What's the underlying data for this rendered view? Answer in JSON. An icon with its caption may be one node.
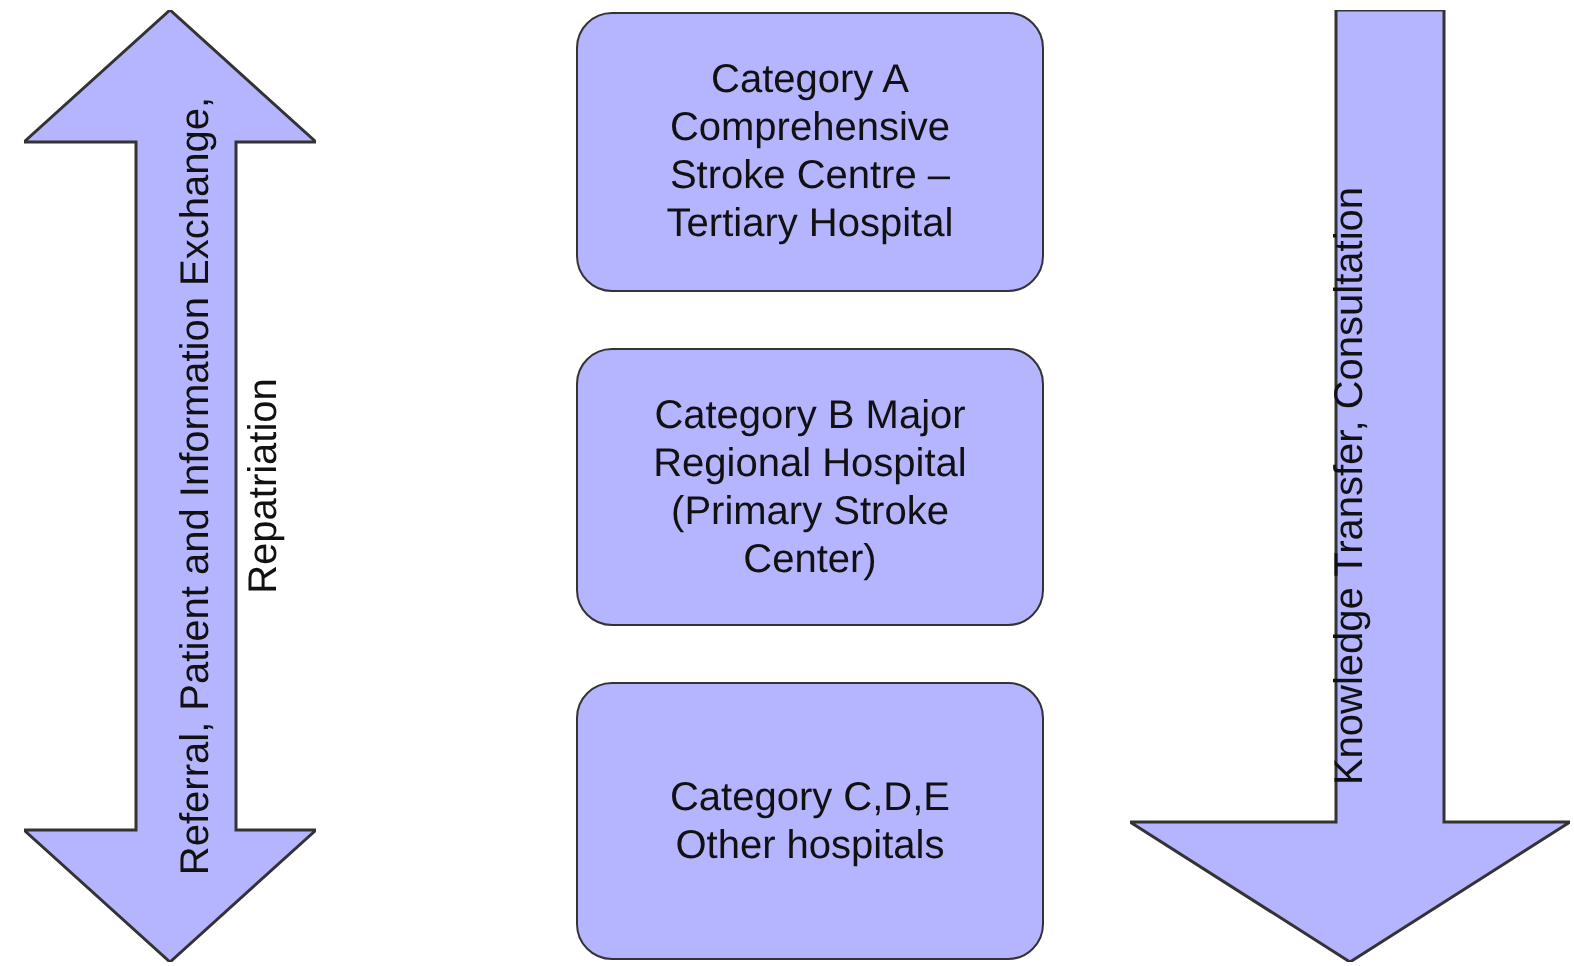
{
  "diagram": {
    "nodes": [
      {
        "text": [
          "Referral, Patient and Information Exchange, Repatriation"
        ]
      },
      {
        "text": [
          "Category A Comprehensive Stroke Centre – Tertiary Hospital"
        ]
      },
      {
        "text": [
          "Category B Major Regional Hospital (Primary Stroke Center)"
        ]
      },
      {
        "text": [
          "Category C,D,E Other hospitals"
        ]
      },
      {
        "text": [
          "Knowledge Transfer, Consultation"
        ]
      }
    ]
  }
}
